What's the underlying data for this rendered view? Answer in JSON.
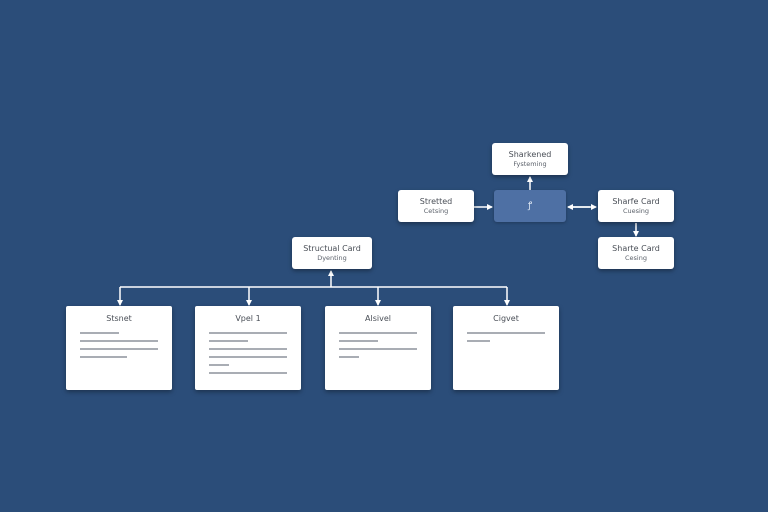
{
  "colors": {
    "background": "#2b4d79",
    "connector": "#ffffff",
    "node": "#ffffff",
    "center_node": "#4e70a4",
    "text_line": "#a9adb4"
  },
  "top_cluster": {
    "top": {
      "line1": "Sharkened",
      "line2": "Fysteming"
    },
    "left": {
      "line1": "Stretted",
      "line2": "Cetsing"
    },
    "center": {
      "label": "ꝭ"
    },
    "right": {
      "line1": "Sharfe Card",
      "line2": "Cuesing"
    },
    "bottom": {
      "line1": "Sharte Card",
      "line2": "Cesing"
    }
  },
  "root": {
    "line1": "Structual Card",
    "line2": "Dyenting"
  },
  "cards": [
    {
      "title": "Stsnet",
      "lines": [
        0.5,
        1.0,
        1.0,
        0.6
      ]
    },
    {
      "title": "Vpel 1",
      "lines": [
        1.0,
        0.5,
        1.0,
        1.0,
        0.25,
        1.0
      ]
    },
    {
      "title": "Alsivel",
      "lines": [
        1.0,
        0.5,
        1.0,
        0.25
      ]
    },
    {
      "title": "Cigvet",
      "lines": [
        1.0,
        0.3
      ]
    }
  ]
}
